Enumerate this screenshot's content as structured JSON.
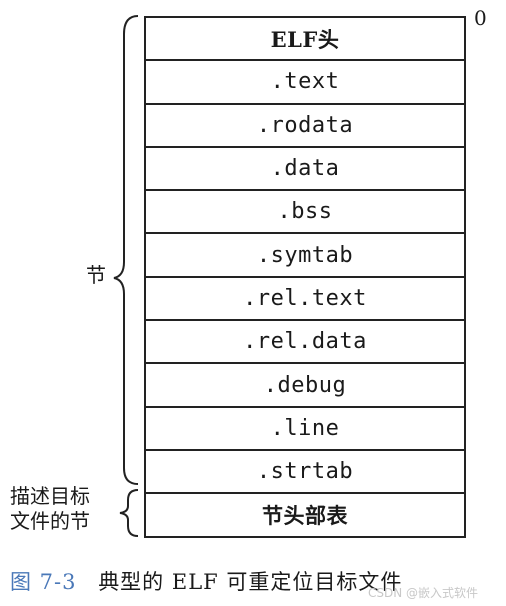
{
  "offset_label": "0",
  "sections": [
    {
      "label": "ELF头",
      "cjk": true
    },
    {
      "label": ".text"
    },
    {
      "label": ".rodata"
    },
    {
      "label": ".data"
    },
    {
      "label": ".bss"
    },
    {
      "label": ".symtab"
    },
    {
      "label": ".rel.text"
    },
    {
      "label": ".rel.data"
    },
    {
      "label": ".debug"
    },
    {
      "label": ".line"
    },
    {
      "label": ".strtab"
    },
    {
      "label": "节头部表",
      "cjk": true
    }
  ],
  "brace_labels": {
    "sections": "节",
    "section_header_table_line1": "描述目标",
    "section_header_table_line2": "文件的节"
  },
  "caption": {
    "figure_number": "图 7-3",
    "title": "典型的 ELF 可重定位目标文件"
  },
  "watermark": "CSDN @嵌入式软件"
}
